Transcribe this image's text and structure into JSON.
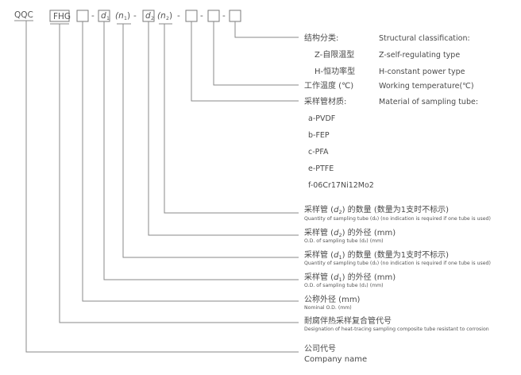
{
  "code": {
    "prefix": "QQC",
    "series": "FHG",
    "dash": "-",
    "d2": "d",
    "d2_sub": "2",
    "d1": "d",
    "d1_sub": "1",
    "n1": "(n",
    "n1_sub": "1",
    "n1_close": ")",
    "n2": "(n",
    "n2_sub": "2",
    "n2_close": ")"
  },
  "items": {
    "structural": {
      "cn": "结构分类:",
      "en": "Structural classification:",
      "options": [
        {
          "cn": "Z-自限温型",
          "en": "Z-self-regulating type"
        },
        {
          "cn": "H-恒功率型",
          "en": "H-constant power type"
        }
      ]
    },
    "temperature": {
      "cn": "工作温度 (℃)",
      "en": "Working temperature(℃)"
    },
    "material": {
      "cn": "采样管材质:",
      "en": "Material of sampling tube:",
      "options": [
        "a-PVDF",
        "b-FEP",
        "c-PFA",
        "e-PTFE",
        "f-06Cr17Ni12Mo2"
      ]
    },
    "qty_d2": {
      "cn_a": "采样管 (",
      "cn_var": "d",
      "cn_sub": "2",
      "cn_b": ") 的数量 (数量为1支时不标示)",
      "en": "Quantity of sampling tube (d₂) (no indication is required if one tube is used)"
    },
    "od_d2": {
      "cn_a": "采样管 (",
      "cn_var": "d",
      "cn_sub": "2",
      "cn_b": ") 的外径 (mm)",
      "en": "O.D. of sampling tube (d₂) (mm)"
    },
    "qty_d1": {
      "cn_a": "采样管 (",
      "cn_var": "d",
      "cn_sub": "1",
      "cn_b": ") 的数量 (数量为1支时不标示)",
      "en": "Quantity of sampling tube (d₁) (no indication is required if one tube is used)"
    },
    "od_d1": {
      "cn_a": "采样管 (",
      "cn_var": "d",
      "cn_sub": "1",
      "cn_b": ") 的外径 (mm)",
      "en": "O.D. of sampling tube (d₁) (mm)"
    },
    "nominal": {
      "cn": "公称外径 (mm)",
      "en": "Nominal O.D. (mm)"
    },
    "designation": {
      "cn": "耐腐伴热采样复合管代号",
      "en": "Designation of heat-tracing sampling composite tube resistant to corrosion"
    },
    "company": {
      "cn": "公司代号",
      "en": "Company name"
    }
  },
  "colors": {
    "text": "#4a4a4a",
    "line": "#8a8a8a"
  }
}
